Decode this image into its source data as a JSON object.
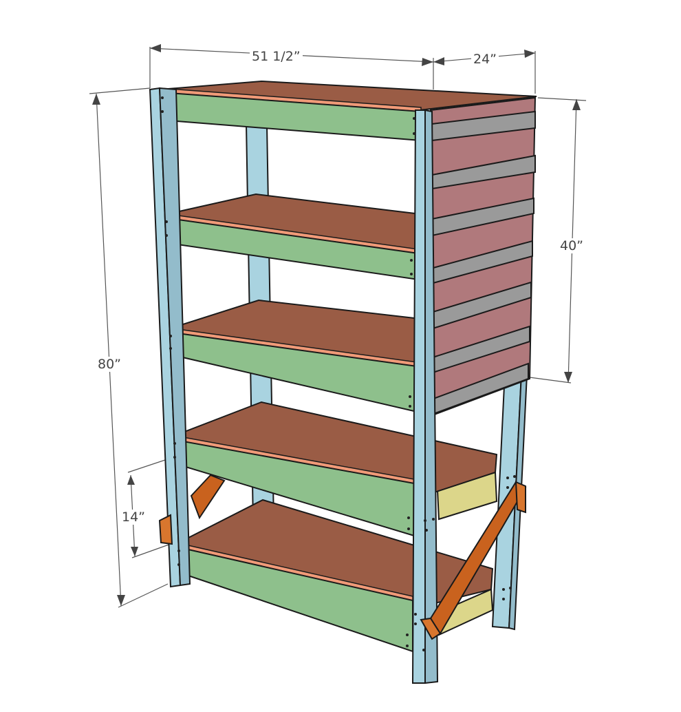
{
  "diagram": {
    "subject": "Five-shelf storage unit with side panel hooks",
    "dimensions": {
      "width": "51 1/2”",
      "depth": "24”",
      "height": "80”",
      "side_panel_height": "40”",
      "brace_height": "14”"
    },
    "colors": {
      "legs": "#a9d3e0",
      "front_aprons": "#8ec08c",
      "shelves": "#9a5c45",
      "shelf_edge": "#f09a78",
      "side_panel": "#b0797c",
      "cleats": "#9a9a9a",
      "rear_aprons": "#dcd68a",
      "braces": "#c9621e"
    },
    "shelf_count": 5,
    "cleat_count": 7
  }
}
